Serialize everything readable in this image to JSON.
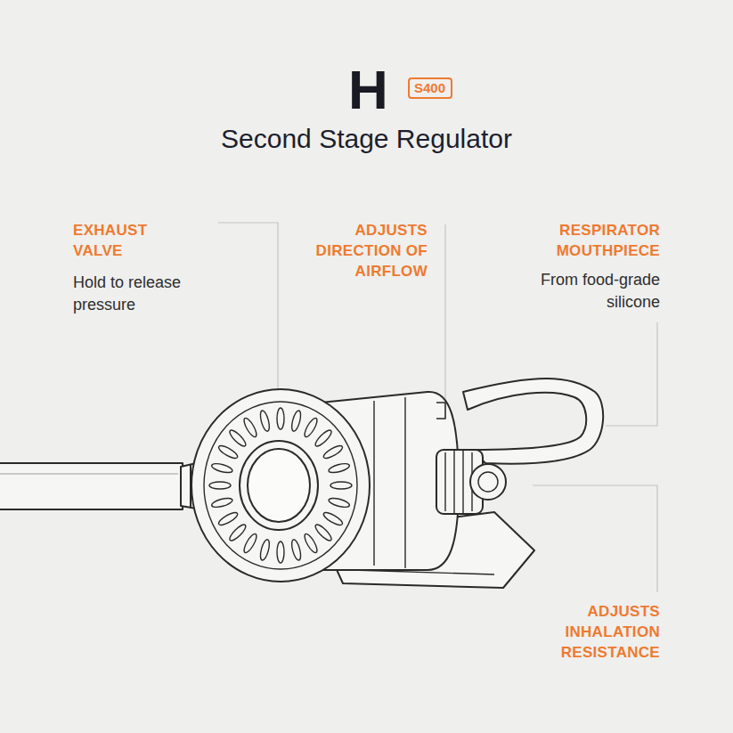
{
  "diagram": {
    "title": "Second Stage Regulator",
    "nodes": [
      {
        "text": [
          "S400"
        ]
      }
    ],
    "labels": [
      "H",
      "EXHAUST VALVE",
      "Hold to release pressure",
      "ADJUSTS DIRECTION OF AIRFLOW",
      "RESPIRATOR MOUTHPIECE",
      "From food-grade silicone",
      "ADJUSTS INHALATION RESISTANCE"
    ]
  }
}
